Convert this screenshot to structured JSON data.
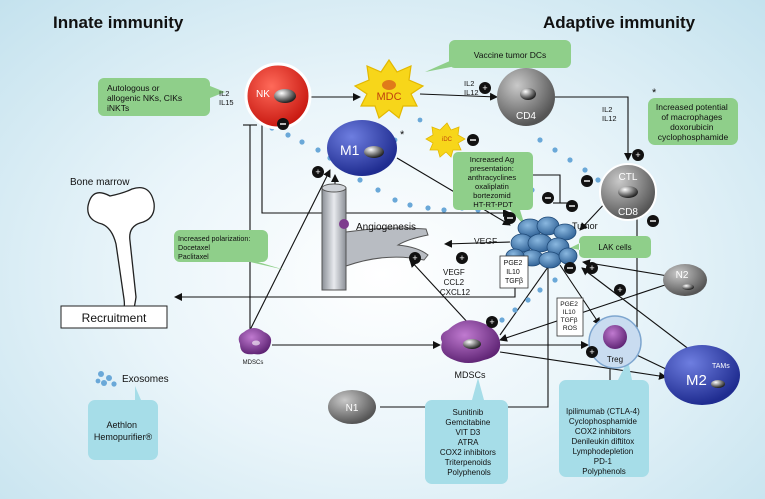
{
  "headings": {
    "innate": "Innate immunity",
    "adaptive": "Adaptive immunity"
  },
  "cells": {
    "nk": "NK",
    "mdc": "MDC",
    "cd4": "CD4",
    "m1": "M1",
    "idc": "iDC",
    "ctl": "CTL",
    "cd8": "CD8",
    "tumor": "Tumor",
    "n2": "N2",
    "n1": "N1",
    "m2": "M2",
    "tams": "TAMs",
    "treg": "Treg",
    "mdscs_small": "MDSCs",
    "mdscs_big": "MDSCs"
  },
  "labels": {
    "bone_marrow": "Bone marrow",
    "recruitment": "Recruitment",
    "exosomes": "Exosomes",
    "angiogenesis": "Angiogenesis",
    "vegf": "VEGF",
    "il2_nk": "IL2",
    "il15_nk": "IL15",
    "il2_cd4": "IL2",
    "il12_cd4": "IL12",
    "il2_ctl": "IL2",
    "il12_ctl": "IL12",
    "star_m1": "*",
    "star_right": "*",
    "vegf_ccl2_cxcl12": [
      "VEGF",
      "CCL2",
      "CXCL12"
    ],
    "suppress_box1": [
      "PGE2",
      "IL10",
      "TGFβ"
    ],
    "suppress_box2": [
      "PGE2",
      "IL10",
      "TGFβ",
      "ROS"
    ]
  },
  "callouts": {
    "vaccine": "Vaccine tumor DCs",
    "nk_therapy": [
      "Autologous or",
      "allogenic NKs, CIKs",
      "iNKTs"
    ],
    "macrophages": [
      "Increased potential",
      "of macrophages",
      "doxorubicin",
      "cyclophosphamide"
    ],
    "ag_presentation": [
      "Increased Ag",
      "presentation:",
      "anthracyclines",
      "oxaliplatin",
      "bortezomid",
      "HT-RT-PDT"
    ],
    "polarization": [
      "Increased polarization:",
      "Docetaxel",
      "Paclitaxel"
    ],
    "lak": "LAK cells",
    "aethlon_name": "Aethlon",
    "aethlon_product": "Hemopurifier®",
    "mdsc_drugs": [
      "Sunitinib",
      "Gemcitabine",
      "VIT D3",
      "ATRA",
      "COX2 inhibitors",
      "Triterpenoids",
      "Polyphenols"
    ],
    "treg_drugs": [
      "Ipilimumab (CTLA-4)",
      "Cyclophosphamide",
      "COX2 inhibitors",
      "Denileukin diftitox",
      "Lymphodepletion",
      "PD-1",
      "Polyphenols"
    ]
  },
  "colors": {
    "callout": "#8fcf8a",
    "nk": "#e52a20",
    "mdc": "#f7d61a",
    "cd4": "#7d7d7d",
    "m1": "#3b4bb8",
    "ctl": "#8a8a8a",
    "m2": "#2c3a9e",
    "mdsc": "#7e3c8e",
    "tumor": "#4a86b8",
    "treg": "#c9dcf0",
    "aethlon": "#a6dde8"
  }
}
